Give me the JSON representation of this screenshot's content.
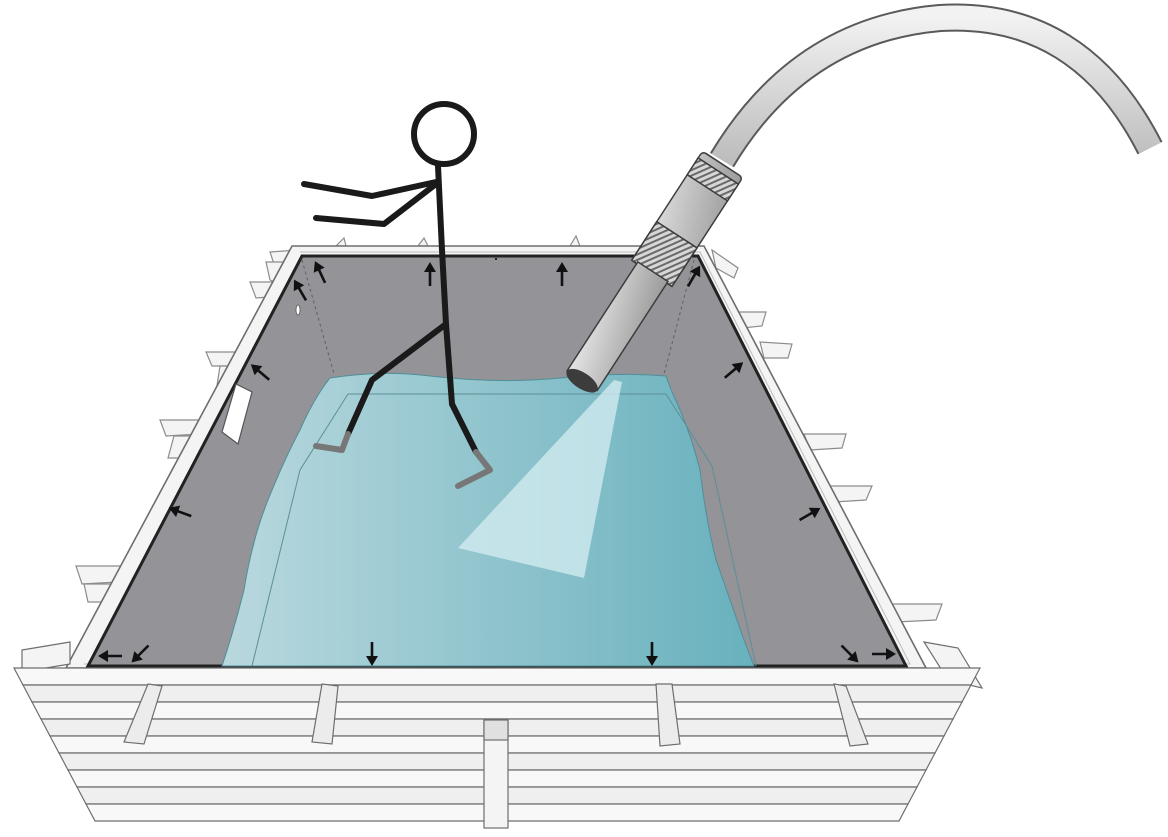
{
  "illustration": {
    "subject": "",
    "colors": {
      "liner": "#939398",
      "water_light": "#b2d3da",
      "water_dark": "#6cb3be",
      "wood": "#f4f4f4",
      "wood_edge": "#8c8c8c",
      "figure": "#1a1a1a",
      "figure_feet": "#777777",
      "spray": "#d6eef2",
      "hose": "#e4e4e4"
    },
    "icons": [
      "stick-figure",
      "hose-nozzle",
      "liner-arrow"
    ]
  }
}
